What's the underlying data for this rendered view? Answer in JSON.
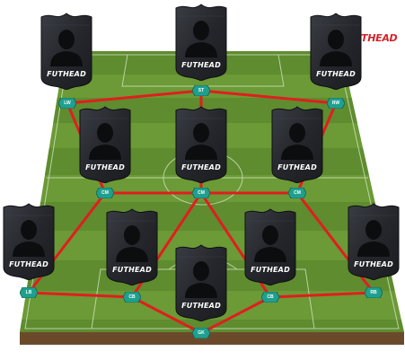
{
  "formation": {
    "watermark": "THEAD",
    "brand_color": "#d2232a",
    "link_color": "#e01e1e",
    "badge_color": "#1fa08f",
    "players": [
      {
        "id": "lw",
        "position": "LW",
        "brand": "FUTHEAD",
        "icon": "player-silhouette-icon"
      },
      {
        "id": "st",
        "position": "ST",
        "brand": "FUTHEAD",
        "icon": "player-silhouette-icon"
      },
      {
        "id": "rw",
        "position": "RW",
        "brand": "FUTHEAD",
        "icon": "player-silhouette-icon"
      },
      {
        "id": "cm-left",
        "position": "CM",
        "brand": "FUTHEAD",
        "icon": "player-silhouette-icon"
      },
      {
        "id": "cm-center",
        "position": "CM",
        "brand": "FUTHEAD",
        "icon": "player-silhouette-icon"
      },
      {
        "id": "cm-right",
        "position": "CM",
        "brand": "FUTHEAD",
        "icon": "player-silhouette-icon"
      },
      {
        "id": "lb",
        "position": "LB",
        "brand": "FUTHEAD",
        "icon": "player-silhouette-icon"
      },
      {
        "id": "cb-left",
        "position": "CB",
        "brand": "FUTHEAD",
        "icon": "player-silhouette-icon"
      },
      {
        "id": "gk",
        "position": "GK",
        "brand": "FUTHEAD",
        "icon": "player-silhouette-icon"
      },
      {
        "id": "cb-right",
        "position": "CB",
        "brand": "FUTHEAD",
        "icon": "player-silhouette-icon"
      },
      {
        "id": "rb",
        "position": "RB",
        "brand": "FUTHEAD",
        "icon": "player-silhouette-icon"
      }
    ],
    "links": [
      [
        "lw",
        "st"
      ],
      [
        "st",
        "rw"
      ],
      [
        "lw",
        "cm-left"
      ],
      [
        "st",
        "cm-center"
      ],
      [
        "rw",
        "cm-right"
      ],
      [
        "cm-left",
        "cm-center"
      ],
      [
        "cm-center",
        "cm-right"
      ],
      [
        "cm-left",
        "lb"
      ],
      [
        "cm-center",
        "cb-left"
      ],
      [
        "cm-center",
        "cb-right"
      ],
      [
        "cm-right",
        "rb"
      ],
      [
        "lb",
        "cb-left"
      ],
      [
        "cb-left",
        "gk"
      ],
      [
        "gk",
        "cb-right"
      ],
      [
        "cb-right",
        "rb"
      ]
    ]
  }
}
